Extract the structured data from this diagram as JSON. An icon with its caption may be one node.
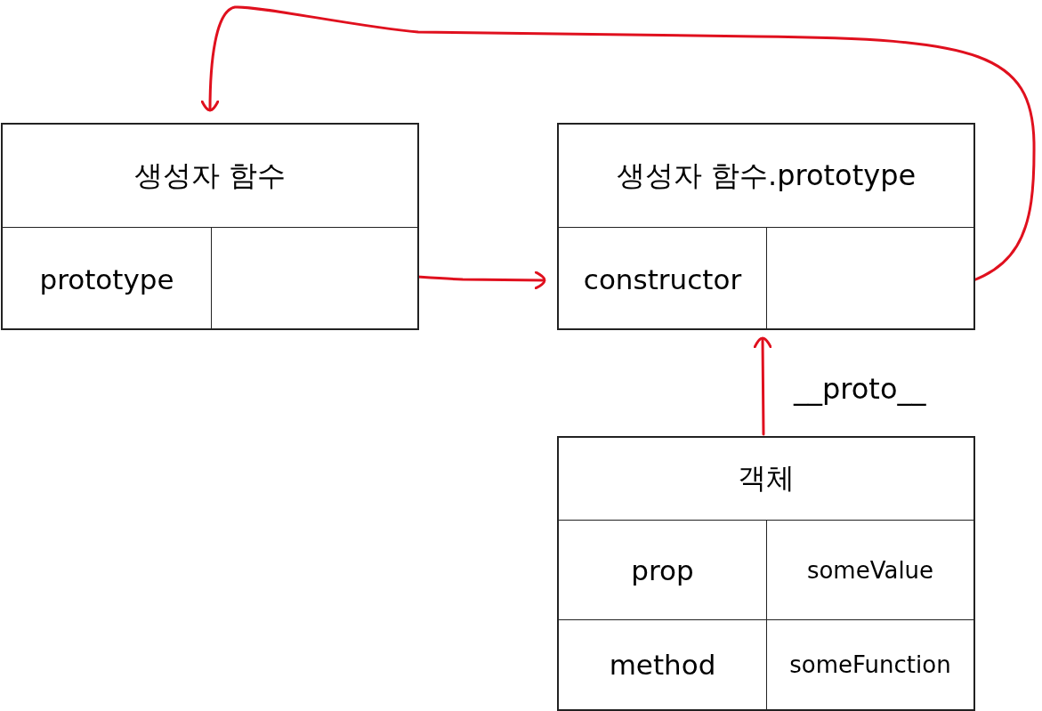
{
  "diagram": {
    "nodes": [
      {
        "text": [
          "생성자 함수"
        ]
      },
      {
        "text": [
          "prototype"
        ],
        "in": 0
      },
      {
        "text": [],
        "shape": "box",
        "in": 0
      },
      {
        "text": [
          "생성자 함수.prototype"
        ]
      },
      {
        "text": [
          "constructor"
        ],
        "in": 3
      },
      {
        "text": [],
        "shape": "box",
        "in": 3
      },
      {
        "text": [
          "객체"
        ]
      },
      {
        "text": [
          "prop"
        ],
        "in": 6
      },
      {
        "text": [
          "someValue"
        ],
        "in": 6
      },
      {
        "text": [
          "method"
        ],
        "in": 6
      },
      {
        "text": [
          "someFunction"
        ],
        "in": 6
      }
    ],
    "edges": [
      {
        "from": 2,
        "to": 3,
        "arrow": "to",
        "color": "#e0101e"
      },
      {
        "from": 5,
        "to": 0,
        "arrow": "to",
        "color": "#e0101e"
      },
      {
        "from": 6,
        "to": 3,
        "arrow": "to",
        "label": "__proto__",
        "color": "#e0101e"
      }
    ]
  }
}
